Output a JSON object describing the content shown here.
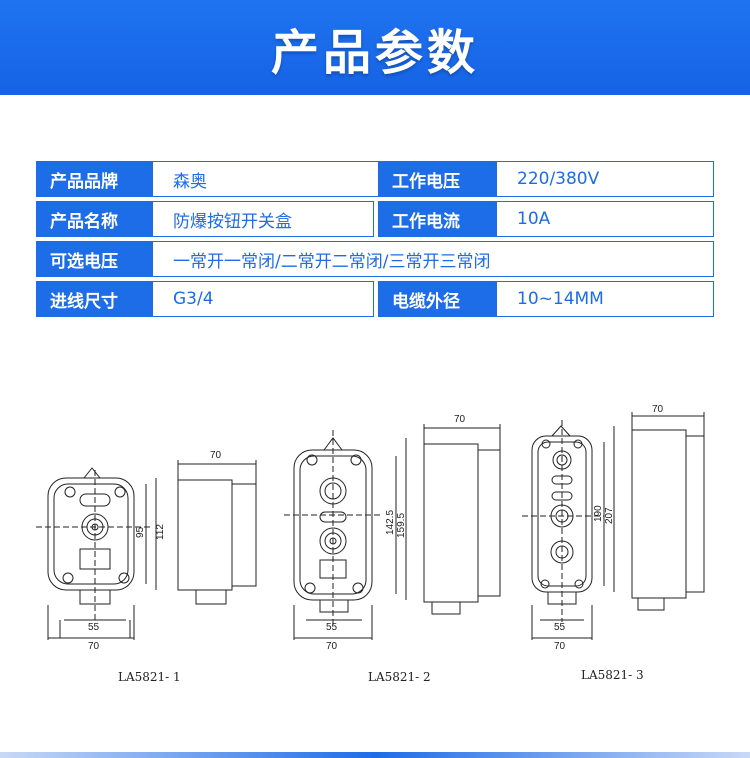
{
  "banner": {
    "title": "产品参数"
  },
  "specs": {
    "brand_label": "产品品牌",
    "brand_value": "森奥",
    "voltage_label": "工作电压",
    "voltage_value": "220/380V",
    "name_label": "产品名称",
    "name_value": "防爆按钮开关盒",
    "current_label": "工作电流",
    "current_value": "10A",
    "optvolt_label": "可选电压",
    "optvolt_value": "一常开一常闭/二常开二常闭/三常开三常闭",
    "inlet_label": "进线尺寸",
    "inlet_value": "G3/4",
    "cable_label": "电缆外径",
    "cable_value": "10~14MM"
  },
  "drawings": {
    "d1": {
      "model": "LA5821- 1",
      "w_top": "70",
      "h_inner": "95",
      "h_outer": "112",
      "w_inner": "55",
      "w_outer": "70"
    },
    "d2": {
      "model": "LA5821- 2",
      "w_top": "70",
      "h_inner": "142.5",
      "h_outer": "159.5",
      "w_inner": "55",
      "w_outer": "70"
    },
    "d3": {
      "model": "LA5821- 3",
      "w_top": "70",
      "h_inner": "190",
      "h_outer": "207",
      "w_inner": "55",
      "w_outer": "70"
    }
  },
  "colors": {
    "accent": "#1d6ce8"
  }
}
